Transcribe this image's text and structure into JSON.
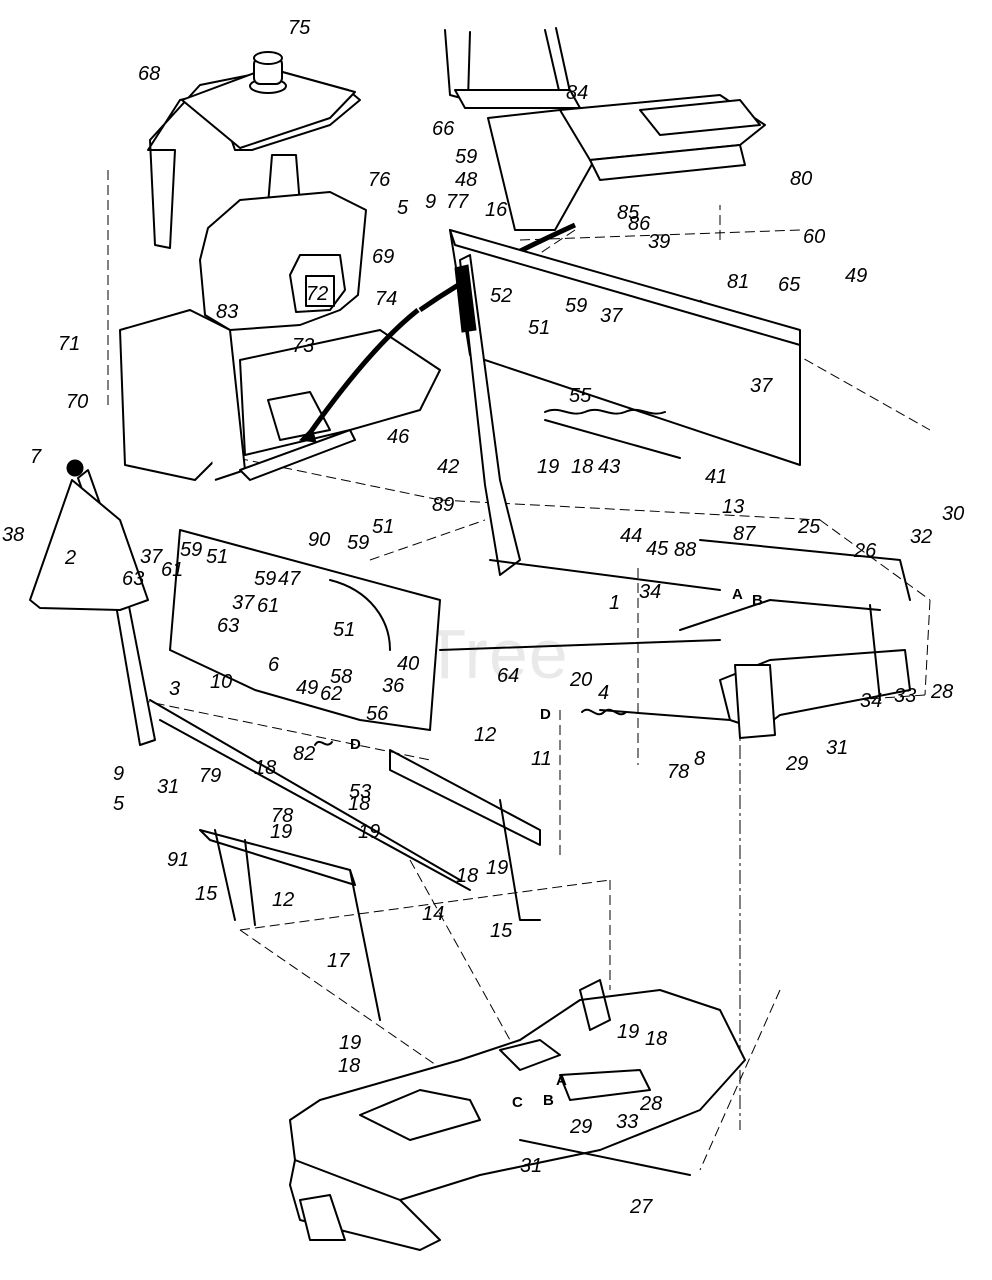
{
  "watermark": "PartsTree",
  "part_labels": [
    "75",
    "68",
    "84",
    "66",
    "59",
    "48",
    "76",
    "80",
    "5",
    "9",
    "77",
    "16",
    "85",
    "86",
    "81",
    "39",
    "69",
    "72",
    "83",
    "52",
    "59",
    "51",
    "37",
    "65",
    "60",
    "49",
    "71",
    "70",
    "74",
    "73",
    "46",
    "37",
    "55",
    "7",
    "42",
    "19",
    "18",
    "43",
    "41",
    "89",
    "13",
    "87",
    "25",
    "26",
    "32",
    "30",
    "38",
    "2",
    "37",
    "59",
    "51",
    "90",
    "59",
    "51",
    "44",
    "45",
    "88",
    "61",
    "63",
    "59",
    "47",
    "37",
    "61",
    "1",
    "34",
    "63",
    "6",
    "51",
    "40",
    "62",
    "58",
    "56",
    "36",
    "3",
    "10",
    "49",
    "64",
    "20",
    "4",
    "28",
    "33",
    "34",
    "31",
    "79",
    "78",
    "82",
    "53",
    "11",
    "8",
    "78",
    "31",
    "29",
    "9",
    "5",
    "91",
    "18",
    "19",
    "12",
    "18",
    "19",
    "14",
    "15",
    "12",
    "17",
    "18",
    "19",
    "15",
    "19",
    "18",
    "19",
    "18",
    "28",
    "33",
    "29",
    "31",
    "27"
  ],
  "ref_labels": [
    "A",
    "B",
    "D",
    "D",
    "A",
    "B",
    "C"
  ]
}
